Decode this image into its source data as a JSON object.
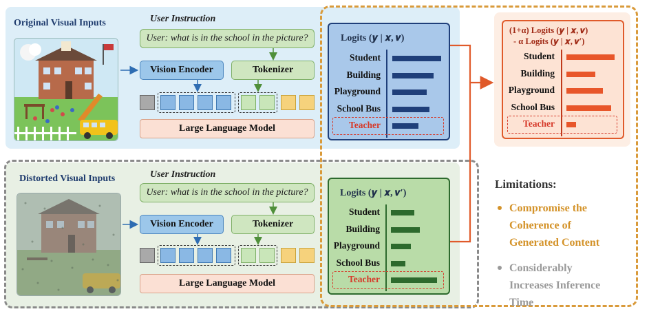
{
  "top_panel": {
    "title": "Original Visual Inputs",
    "user_instruction_title": "User Instruction",
    "instruction": "User: what is in the school in the picture?",
    "vision_encoder": "Vision Encoder",
    "tokenizer": "Tokenizer",
    "llm": "Large Language Model",
    "logits_title": "Logits (𝒚 | 𝒙, 𝒗)",
    "rows": [
      {
        "label": "Student",
        "value": 1.0
      },
      {
        "label": "Building",
        "value": 0.84
      },
      {
        "label": "Playground",
        "value": 0.71
      },
      {
        "label": "School Bus",
        "value": 0.76
      },
      {
        "label": "Teacher",
        "value": 0.54
      }
    ],
    "bar_color": "#1f3f7a"
  },
  "bottom_panel": {
    "title": "Distorted Visual Inputs",
    "user_instruction_title": "User Instruction",
    "instruction": "User: what is in the school in the picture?",
    "vision_encoder": "Vision Encoder",
    "tokenizer": "Tokenizer",
    "llm": "Large Language Model",
    "logits_title": "Logits (𝒚 | 𝒙, 𝒗′)",
    "rows": [
      {
        "label": "Student",
        "value": 0.5
      },
      {
        "label": "Building",
        "value": 0.62
      },
      {
        "label": "Playground",
        "value": 0.43
      },
      {
        "label": "School Bus",
        "value": 0.31
      },
      {
        "label": "Teacher",
        "value": 0.98
      }
    ],
    "bar_color": "#2d6a2d"
  },
  "contrast": {
    "title_line1": "(1+α) Logits (𝒚 | 𝒙, 𝒗)",
    "title_line2": "- α Logits (𝒚 | 𝒙, 𝒗′)",
    "rows": [
      {
        "label": "Student",
        "value": 1.0
      },
      {
        "label": "Building",
        "value": 0.6
      },
      {
        "label": "Playground",
        "value": 0.76
      },
      {
        "label": "School Bus",
        "value": 0.93
      },
      {
        "label": "Teacher",
        "value": 0.2
      }
    ],
    "bar_color": "#e8562a"
  },
  "limitations": {
    "title": "Limitations:",
    "items": [
      {
        "lines": [
          "Compromise the",
          "Coherence of",
          "Generated Content"
        ],
        "color": "#d4932a"
      },
      {
        "lines": [
          "Considerably",
          "Increases Inference",
          "Time"
        ],
        "color": "#9a9a9a"
      }
    ]
  },
  "icons": {
    "original_image": "school-scene-icon",
    "distorted_image": "noisy-school-scene-icon"
  }
}
